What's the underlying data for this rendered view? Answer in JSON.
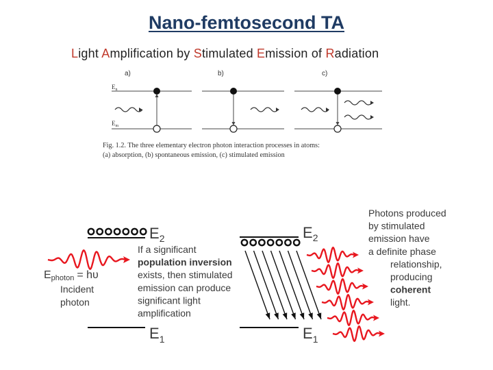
{
  "title": "Nano-femtosecond TA",
  "subtitle_parts": [
    {
      "text": "L",
      "hl": true
    },
    {
      "text": "ight ",
      "hl": false
    },
    {
      "text": "A",
      "hl": true
    },
    {
      "text": "mplification by ",
      "hl": false
    },
    {
      "text": "S",
      "hl": true
    },
    {
      "text": "timulated ",
      "hl": false
    },
    {
      "text": "E",
      "hl": true
    },
    {
      "text": "mission of ",
      "hl": false
    },
    {
      "text": "R",
      "hl": true
    },
    {
      "text": "adiation",
      "hl": false
    }
  ],
  "top_figure": {
    "panel_labels": [
      "a)",
      "b)",
      "c)"
    ],
    "level_upper": "E",
    "level_upper_sub": "n",
    "level_lower": "E",
    "level_lower_sub": "m",
    "caption_line1": "Fig. 1.2. The three elementary electron photon interaction processes in atoms:",
    "caption_line2": "(a) absorption, (b) spontaneous emission, (c) stimulated emission"
  },
  "bottom_figure": {
    "e2_left": "E",
    "e2_left_sub": "2",
    "e1_left": "E",
    "e1_left_sub": "1",
    "e2_right": "E",
    "e2_right_sub": "2",
    "e1_right": "E",
    "e1_right_sub": "1",
    "ephoton_main": "E",
    "ephoton_sub": "photon",
    "ephoton_eq": "= hυ",
    "incident_line1": "Incident",
    "incident_line2": "photon",
    "middle_text": [
      {
        "text": "If a significant",
        "bold": false
      },
      {
        "text": "population inversion",
        "bold": true
      },
      {
        "text": "exists, then stimulated",
        "bold": false
      },
      {
        "text": "emission can produce",
        "bold": false
      },
      {
        "text": "significant light",
        "bold": false
      },
      {
        "text": "amplification",
        "bold": false
      }
    ],
    "right_text": [
      {
        "text": "Photons produced",
        "bold": false,
        "indent": false
      },
      {
        "text": "by stimulated",
        "bold": false,
        "indent": false
      },
      {
        "text": "emission have",
        "bold": false,
        "indent": false
      },
      {
        "text": "a definite phase",
        "bold": false,
        "indent": false
      },
      {
        "text": "relationship,",
        "bold": false,
        "indent": true
      },
      {
        "text": "producing",
        "bold": false,
        "indent": true
      },
      {
        "text": "coherent",
        "bold": true,
        "indent": true
      },
      {
        "text": "light.",
        "bold": false,
        "indent": true
      }
    ],
    "colors": {
      "photon_red": "#e8171f",
      "text_gray": "#3a3a3a"
    }
  }
}
